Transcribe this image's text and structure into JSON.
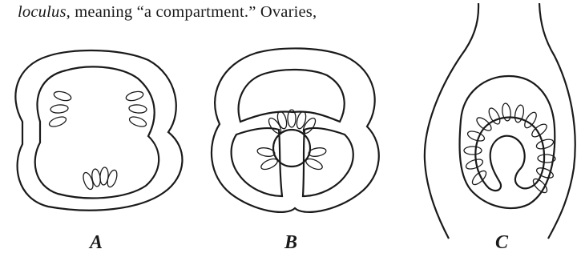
{
  "text": {
    "word_italic": "loculus",
    "rest": ", meaning “a compartment.”  Ovaries,"
  },
  "figures": [
    {
      "label": "A"
    },
    {
      "label": "B"
    },
    {
      "label": "C"
    }
  ]
}
